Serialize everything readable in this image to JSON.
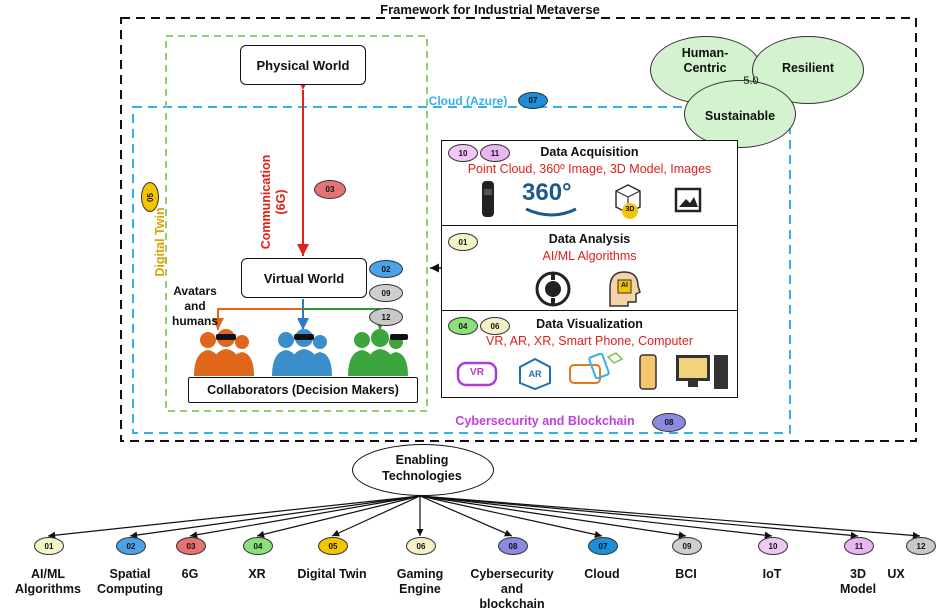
{
  "title": "Framework for Industrial Metaverse",
  "pillars": {
    "human_centric": "Human-\nCentric",
    "resilient": "Resilient",
    "sustainable": "Sustainable",
    "version": "5.0"
  },
  "cloud": {
    "label": "Cloud (Azure)",
    "badge": "07"
  },
  "digital_twin": {
    "label": "Digital Twin",
    "badge": "05"
  },
  "physical_world": "Physical World",
  "virtual_world": "Virtual World",
  "communication": {
    "label": "Communication\n(6G)",
    "badge": "03"
  },
  "virtual_badges": [
    "02",
    "09",
    "12"
  ],
  "avatars_label": "Avatars\nand\nhumans",
  "collaborators": "Collaborators (Decision Makers)",
  "data_acquisition": {
    "title": "Data Acquisition",
    "subtitle": "Point Cloud, 360º Image, 3D Model, Images",
    "badges": [
      "10",
      "11"
    ],
    "icon_360": "360°",
    "icon_3d": "3D"
  },
  "data_analysis": {
    "title": "Data Analysis",
    "subtitle": "AI/ML Algorithms",
    "badges": [
      "01"
    ],
    "icon_ai": "AI"
  },
  "data_visualization": {
    "title": "Data Visualization",
    "subtitle": "VR, AR, XR, Smart Phone, Computer",
    "badges": [
      "04",
      "06"
    ],
    "icon_vr": "VR",
    "icon_ar": "AR"
  },
  "security": {
    "label": "Cybersecurity and Blockchain",
    "badge": "08"
  },
  "enabling": "Enabling\nTechnologies",
  "technologies": [
    {
      "num": "01",
      "label": "AI/ML\nAlgorithms"
    },
    {
      "num": "02",
      "label": "Spatial\nComputing"
    },
    {
      "num": "03",
      "label": "6G"
    },
    {
      "num": "04",
      "label": "XR"
    },
    {
      "num": "05",
      "label": "Digital Twin"
    },
    {
      "num": "06",
      "label": "Gaming\nEngine"
    },
    {
      "num": "08",
      "label": "Cybersecurity\nand\nblockchain"
    },
    {
      "num": "07",
      "label": "Cloud"
    },
    {
      "num": "09",
      "label": "BCI"
    },
    {
      "num": "10",
      "label": "IoT"
    },
    {
      "num": "11",
      "label": "3D\nModel"
    },
    {
      "num": "12",
      "label": "UX"
    }
  ],
  "colors": {
    "01": "#f5f6c8",
    "02": "#4aa3e8",
    "03": "#e57373",
    "04": "#8be07a",
    "05": "#f2c500",
    "06": "#f5f0c8",
    "07": "#1e8fd6",
    "08": "#8a8ae0",
    "09": "#cfcfcf",
    "10": "#f0c8f5",
    "11": "#e8b6f0",
    "12": "#c8c8c8",
    "pillar": "#d4f2cf",
    "cloud_line": "#2fb3e8",
    "twin_line": "#8fd16a",
    "security_text": "#c040e0",
    "red": "#e0201b",
    "orange": "#e0661b",
    "blue": "#2e78c8",
    "green": "#2e9a2e"
  }
}
